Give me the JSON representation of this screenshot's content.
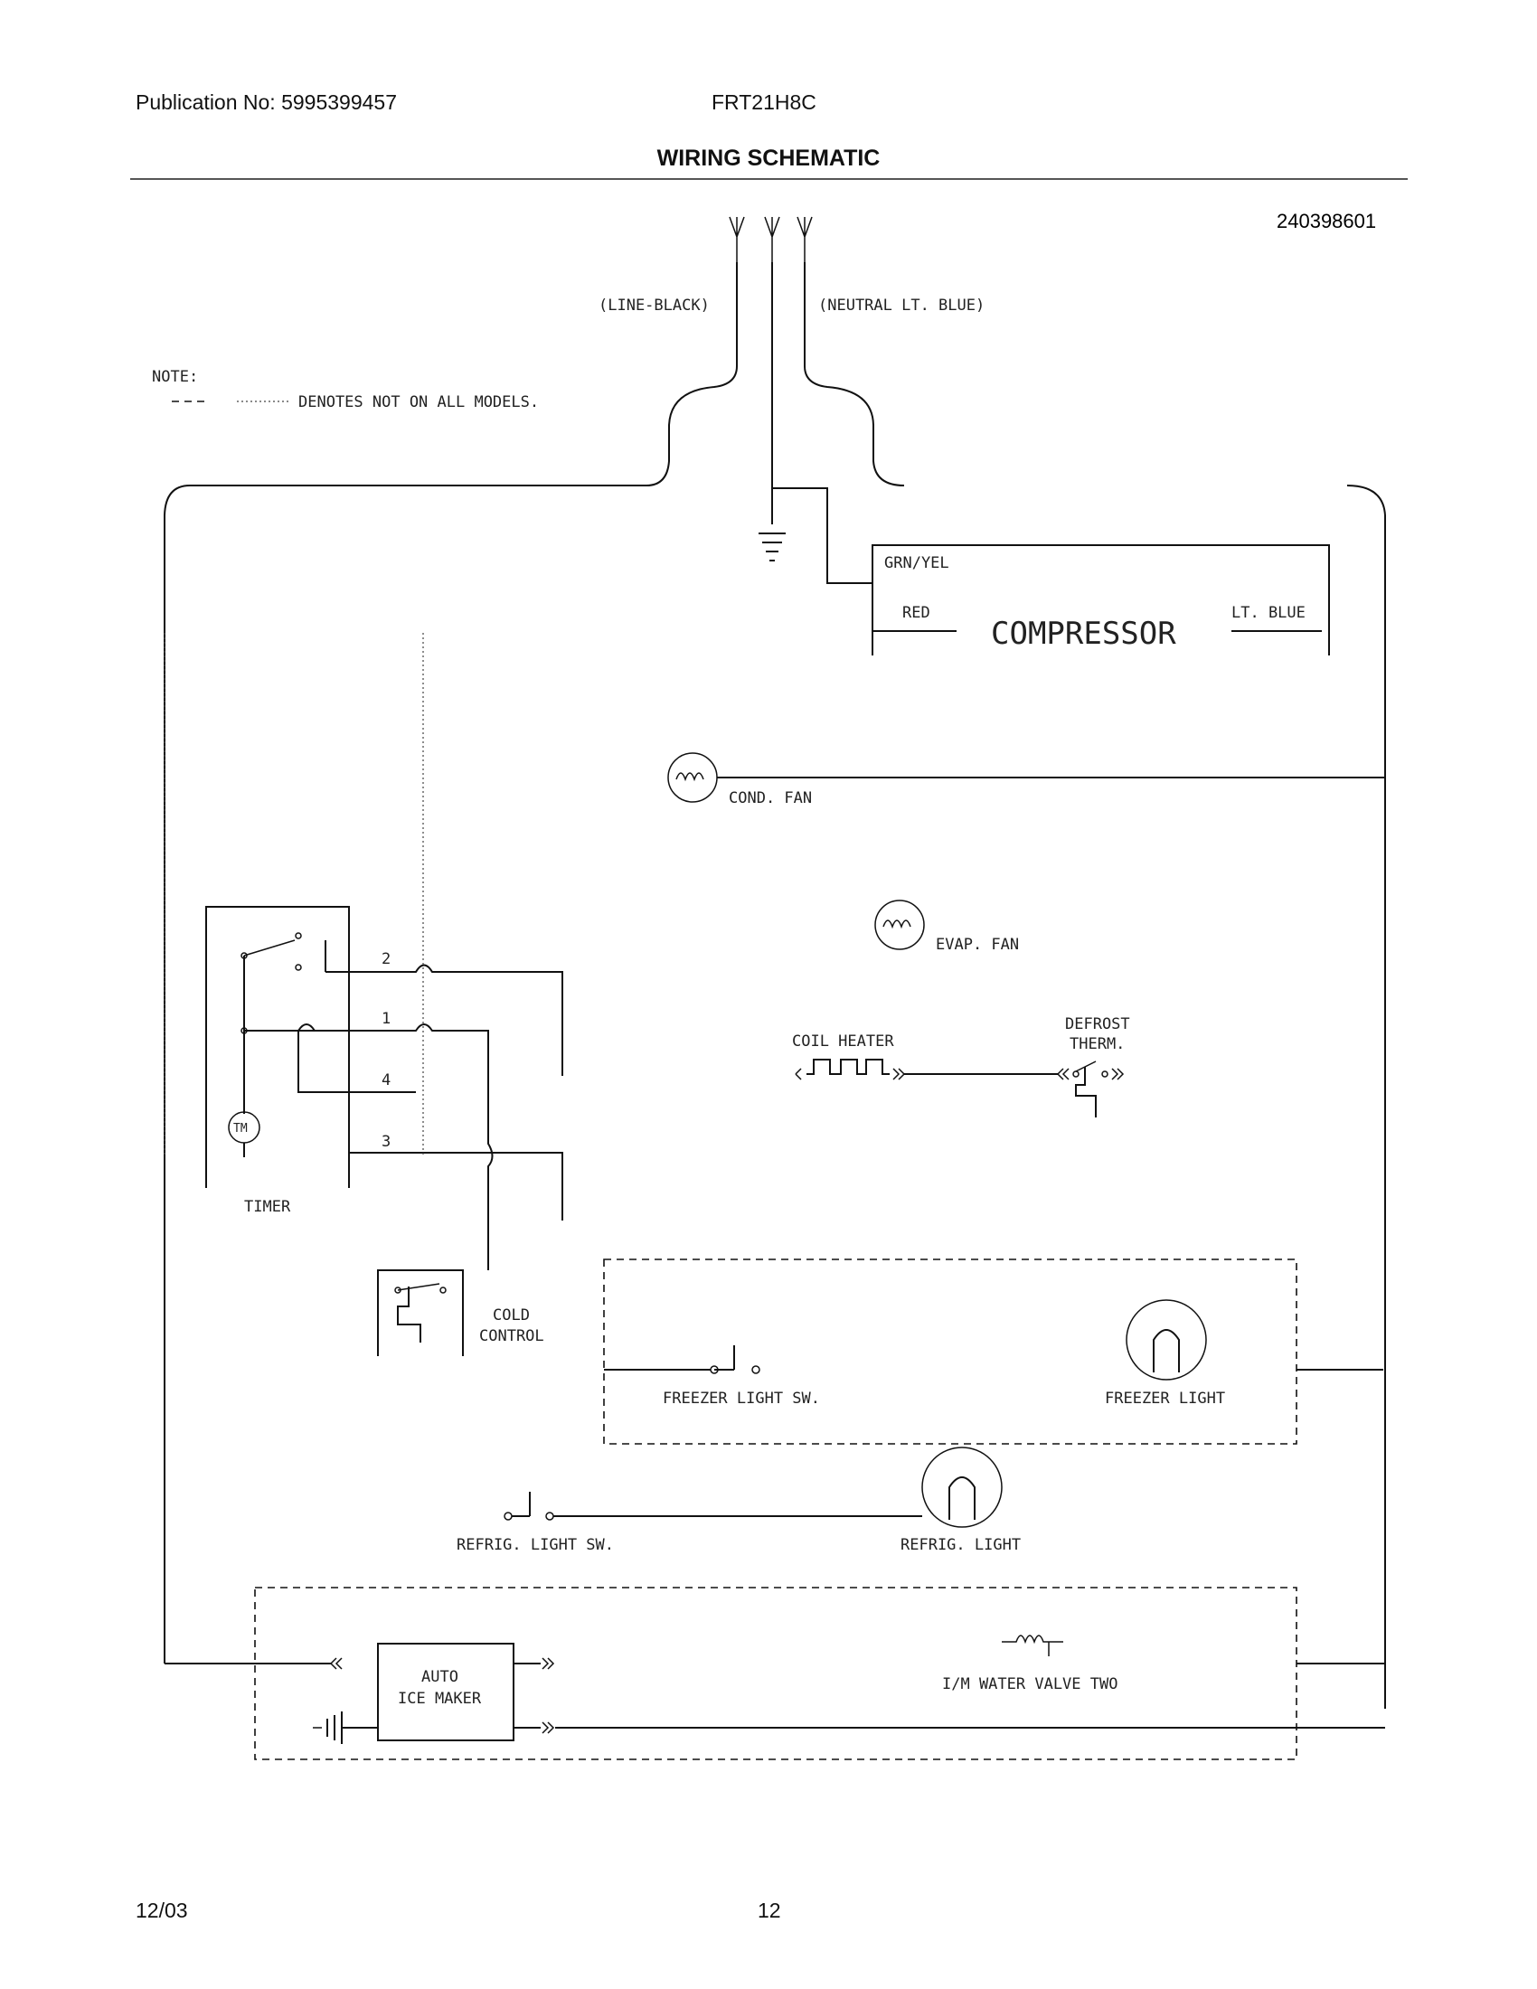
{
  "header": {
    "publication": "Publication No: 5995399457",
    "model": "FRT21H8C",
    "title": "WIRING SCHEMATIC"
  },
  "diagram": {
    "drawing_number": "240398601",
    "line_label": "(LINE-BLACK)",
    "neutral_label": "(NEUTRAL LT. BLUE)",
    "note_title": "NOTE:",
    "note_text": "DENOTES NOT ON ALL MODELS.",
    "compressor": {
      "label": "COMPRESSOR",
      "grn_yel": "GRN/YEL",
      "red": "RED",
      "lt_blue": "LT. BLUE"
    },
    "cond_fan": "COND. FAN",
    "evap_fan": "EVAP. FAN",
    "coil_heater": "COIL HEATER",
    "defrost_therm_1": "DEFROST",
    "defrost_therm_2": "THERM.",
    "timer": "TIMER",
    "timer_motor": "TM",
    "terminals": [
      "2",
      "1",
      "4",
      "3"
    ],
    "cold_control_1": "COLD",
    "cold_control_2": "CONTROL",
    "freezer_light_sw": "FREEZER LIGHT SW.",
    "freezer_light": "FREEZER LIGHT",
    "refrig_light_sw": "REFRIG. LIGHT SW.",
    "refrig_light": "REFRIG. LIGHT",
    "ice_maker_1": "AUTO",
    "ice_maker_2": "ICE MAKER",
    "water_valve": "I/M WATER VALVE TWO"
  },
  "footer": {
    "date": "12/03",
    "page": "12"
  }
}
